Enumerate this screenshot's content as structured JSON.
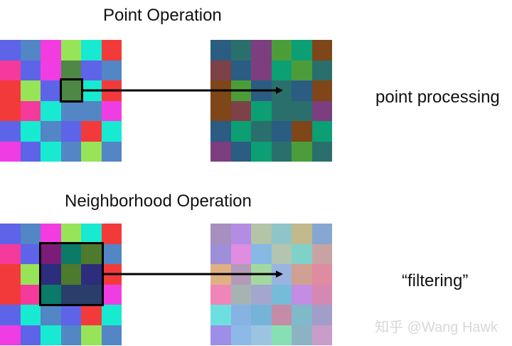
{
  "point": {
    "title": "Point Operation",
    "label": "point processing",
    "left_grid": [
      [
        "#5e64e8",
        "#5286c4",
        "#f23ce0",
        "#97e459",
        "#17ead0",
        "#f33a3a"
      ],
      [
        "#f43a9b",
        "#5e64e8",
        "#f03de3",
        "#4e8746",
        "#5e64e8",
        "#5286c4"
      ],
      [
        "#f33a3a",
        "#97e459",
        "#5e64e8",
        "#4e8746",
        "#17ead0",
        "#f33a3a"
      ],
      [
        "#f33a3a",
        "#f43a9b",
        "#17ead0",
        "#5286c4",
        "#5286c4",
        "#f03de3"
      ],
      [
        "#5e64e8",
        "#17ead0",
        "#5286c4",
        "#5e64e8",
        "#f33a3a",
        "#17ead0"
      ],
      [
        "#f03de3",
        "#5e64e8",
        "#17ead0",
        "#5286c4",
        "#97e459",
        "#5286c4"
      ]
    ],
    "right_grid": [
      [
        "#2b5c82",
        "#2a6f6c",
        "#7c3e7e",
        "#4c9d3a",
        "#0b9f73",
        "#7e4619"
      ],
      [
        "#7c4247",
        "#2b5c82",
        "#7c3e7e",
        "#0b9f73",
        "#4c9d3a",
        "#2a6f6c"
      ],
      [
        "#7e4619",
        "#4c9d3a",
        "#2b5c82",
        "#2a6f6c",
        "#2b5c82",
        "#7e4619"
      ],
      [
        "#7e4619",
        "#7c4247",
        "#0b9f73",
        "#2a6f6c",
        "#2a6f6c",
        "#7c3e7e"
      ],
      [
        "#2b5c82",
        "#0b9f73",
        "#2a6f6c",
        "#2b5c82",
        "#7e4619",
        "#0b9f73"
      ],
      [
        "#7c3e7e",
        "#2b5c82",
        "#0b9f73",
        "#2a6f6c",
        "#4c9d3a",
        "#2a6f6c"
      ]
    ]
  },
  "neighborhood": {
    "title": "Neighborhood Operation",
    "label": "“filtering”",
    "left_grid": [
      [
        "#5e64e8",
        "#5286c4",
        "#f23ce0",
        "#97e459",
        "#17ead0",
        "#f33a3a"
      ],
      [
        "#f43a9b",
        "#5e64e8",
        "#7c1c78",
        "#0b7a68",
        "#4e7a2e",
        "#5286c4"
      ],
      [
        "#f33a3a",
        "#97e459",
        "#2c2d7c",
        "#4e7a2e",
        "#2c2d7c",
        "#f33a3a"
      ],
      [
        "#f33a3a",
        "#f43a9b",
        "#0b7a68",
        "#293e6a",
        "#293e6a",
        "#f03de3"
      ],
      [
        "#5e64e8",
        "#17ead0",
        "#5286c4",
        "#5e64e8",
        "#f33a3a",
        "#17ead0"
      ],
      [
        "#f03de3",
        "#5e64e8",
        "#17ead0",
        "#5286c4",
        "#97e459",
        "#5286c4"
      ]
    ],
    "right_grid": [
      [
        "#a78fbf",
        "#b38de3",
        "#b3c4a7",
        "#8fc4c9",
        "#c2b98d",
        "#86a7d1"
      ],
      [
        "#9d8fd9",
        "#e08ce0",
        "#86b9e3",
        "#b3c4b0",
        "#80d1c9",
        "#c9a3a3"
      ],
      [
        "#e0b083",
        "#b39ab9",
        "#a3d9a0",
        "#9bb3e0",
        "#d0a092",
        "#e08ca0"
      ],
      [
        "#f085b9",
        "#a7b3b3",
        "#a3a7cf",
        "#76bcd9",
        "#c48ce3",
        "#d489b3"
      ],
      [
        "#6edfdf",
        "#86b3e3",
        "#76b3d9",
        "#c48ca7",
        "#80b9c9",
        "#a39dc9"
      ],
      [
        "#9d8fe8",
        "#8cb9e8",
        "#9bc4e0",
        "#86e0b3",
        "#8cb3c4",
        "#c99dc9"
      ]
    ]
  },
  "watermark": "知乎 @Wang Hawk",
  "colors": {
    "border": "#000000",
    "text": "#111111",
    "watermark": "#d8d8d8"
  }
}
